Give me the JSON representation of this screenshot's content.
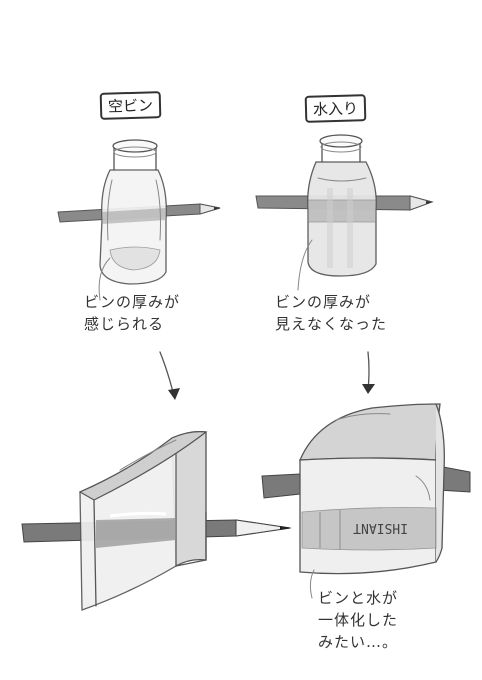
{
  "labels": {
    "empty_bottle": "空ビン",
    "filled_bottle": "水入り"
  },
  "captions": {
    "empty_line1": "ビンの厚みが",
    "empty_line2": "感じられる",
    "filled_line1": "ビンの厚みが",
    "filled_line2": "見えなくなった",
    "bottom_line1": "ビンと水が",
    "bottom_line2": "一体化した",
    "bottom_line3": "みたい…。"
  },
  "colors": {
    "pencil_body": "#7a7a7a",
    "pencil_dark": "#555555",
    "glass_tint": "#f2f2f2",
    "ink": "#444444"
  }
}
